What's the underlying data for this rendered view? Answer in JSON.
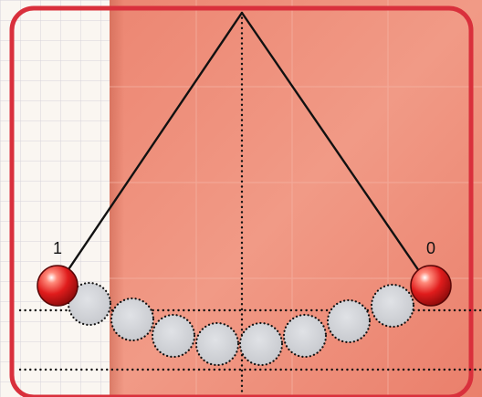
{
  "colors": {
    "paper": "#faf6f1",
    "grid": "#d6d3da",
    "panel": "#ef8a75",
    "panel_light": "#f3a896",
    "frame": "#d9303c",
    "string": "#111111",
    "ghost_fill": "#d2d4d8",
    "ball_red": "#e02020"
  },
  "labels": {
    "left_ball": "1",
    "right_ball": "0"
  },
  "icons": {
    "ball": "red-sphere",
    "ghost": "gray-dotted-circle"
  }
}
